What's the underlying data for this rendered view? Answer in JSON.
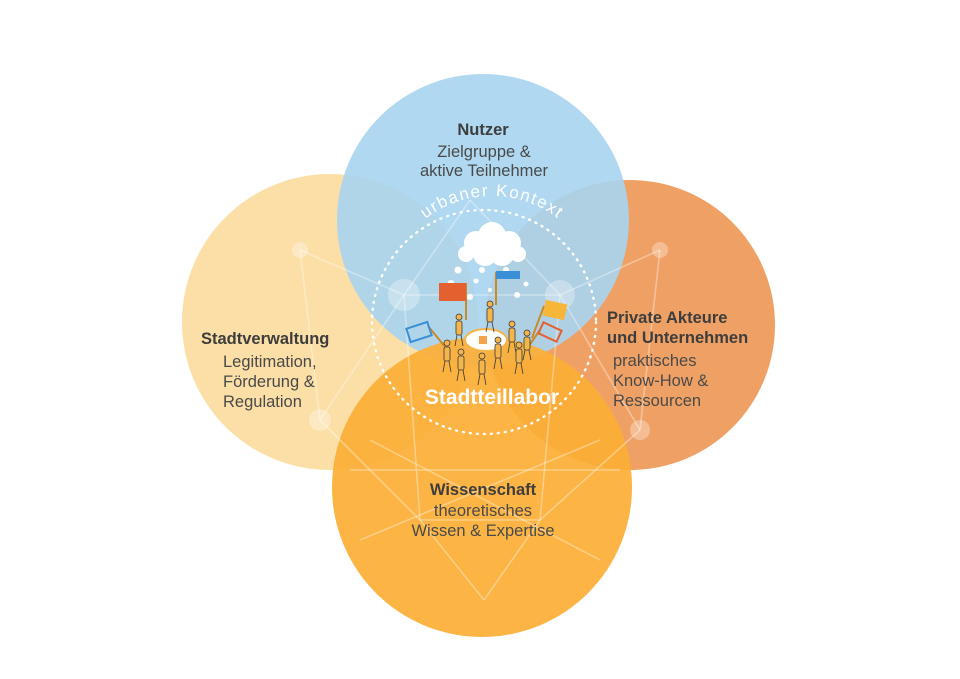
{
  "colors": {
    "nutzer": "#a7d4f0",
    "stadtverwaltung": "#fbdfa6",
    "private": "#ee9b5b",
    "wissenschaft": "#fcae37",
    "ring": "#ffffff"
  },
  "circles": {
    "nutzer": {
      "title": "Nutzer",
      "line1": "Zielgruppe &",
      "line2": "aktive Teilnehmer"
    },
    "stadtverwaltung": {
      "title": "Stadtverwaltung",
      "line1": "Legitimation,",
      "line2": "Förderung &",
      "line3": "Regulation"
    },
    "private": {
      "title1": "Private Akteure",
      "title2": "und Unternehmen",
      "line1": "praktisches",
      "line2": "Know-How &",
      "line3": "Ressourcen"
    },
    "wissenschaft": {
      "title": "Wissenschaft",
      "line1": "theoretisches",
      "line2": "Wissen & Expertise"
    }
  },
  "center": {
    "arc_label": "urbaner Kontext",
    "label": "Stadtteillabor"
  },
  "icons": {
    "cloud": "thought-cloud-icon",
    "people": "people-group-icon",
    "flags": "flag-icon"
  }
}
